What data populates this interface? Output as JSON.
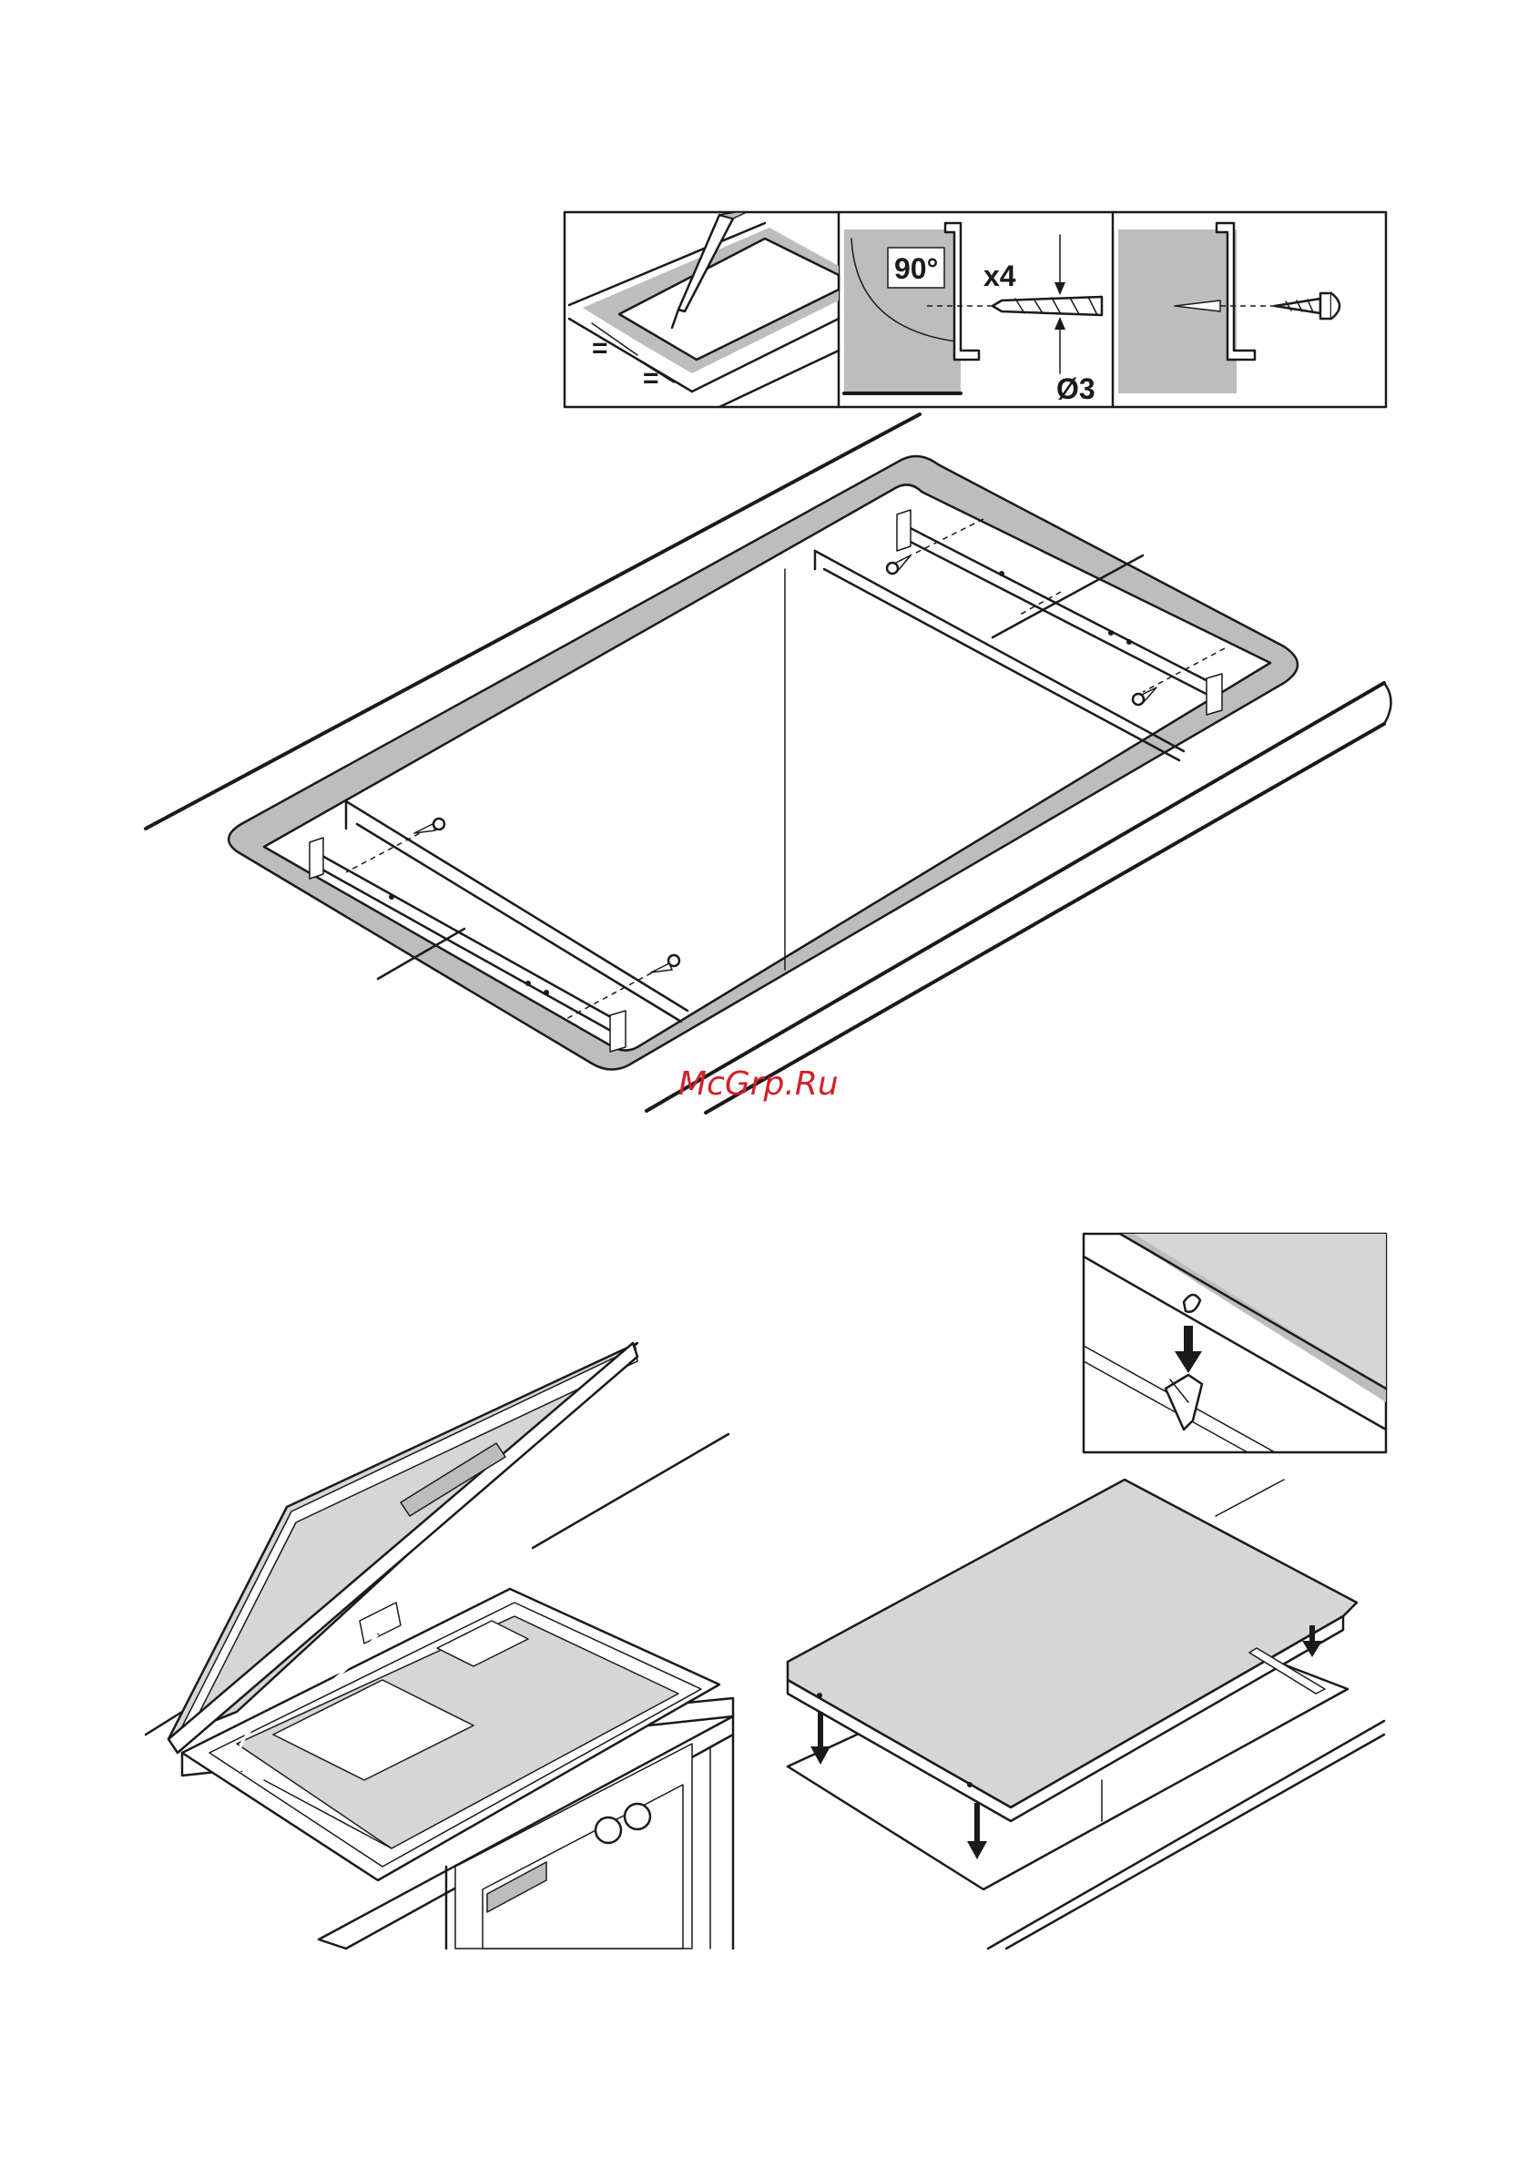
{
  "labels": {
    "angle": "90°",
    "count": "x4",
    "diameter": "Ø3",
    "equal_left": "=",
    "equal_right": "="
  },
  "watermark": "McGrp.Ru",
  "colors": {
    "line": "#1a1a1a",
    "fill_gray": "#bdbdbd",
    "fill_light": "#d6d6d6",
    "watermark": "#d3202a"
  },
  "icons": [
    "screwdriver-icon",
    "drill-bit-icon",
    "screw-icon",
    "arrow-down-icon",
    "clip-icon"
  ]
}
